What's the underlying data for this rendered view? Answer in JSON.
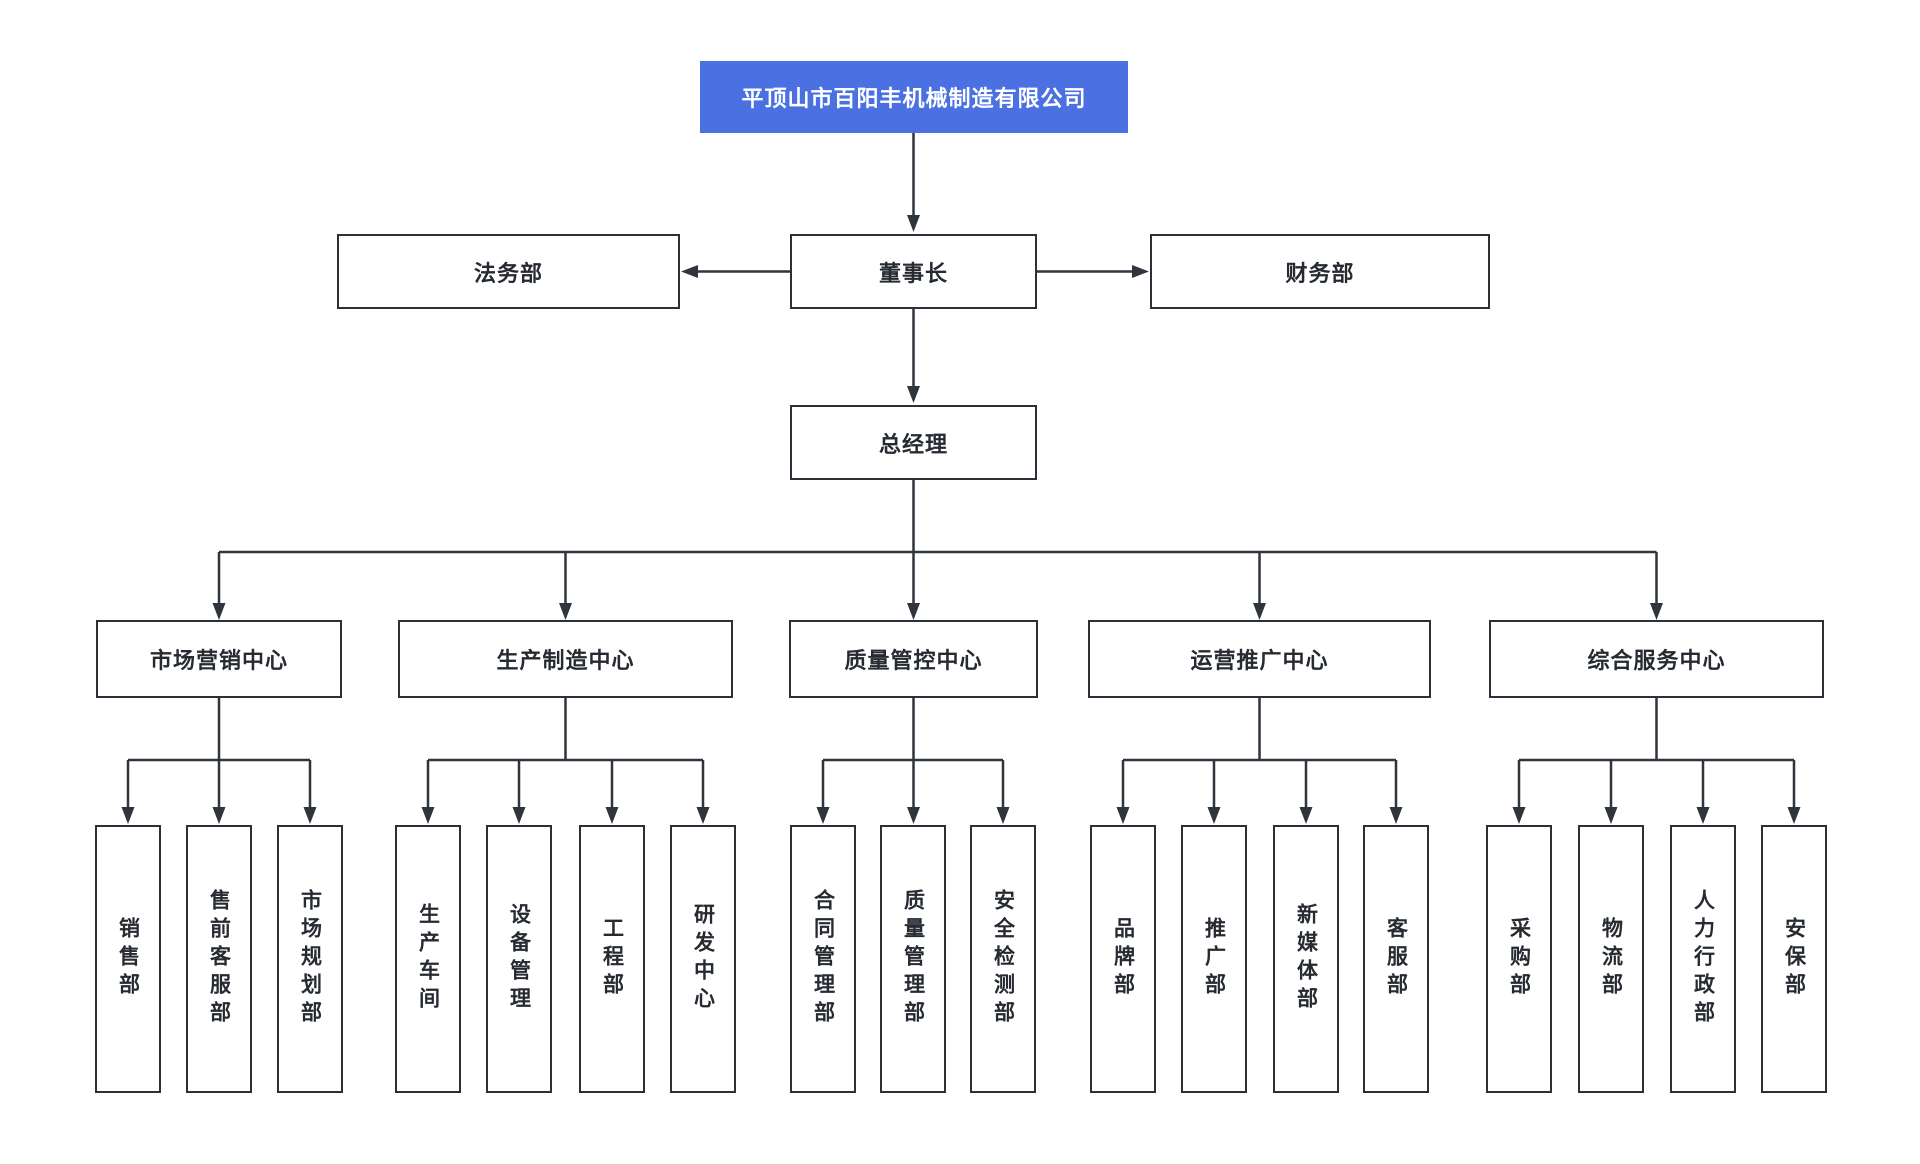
{
  "org": {
    "company": "平顶山市百阳丰机械制造有限公司",
    "legal_dept": "法务部",
    "chairman": "董事长",
    "finance_dept": "财务部",
    "general_manager": "总经理",
    "centers": [
      {
        "label": "市场营销中心",
        "children": [
          "销售部",
          "售前客服部",
          "市场规划部"
        ]
      },
      {
        "label": "生产制造中心",
        "children": [
          "生产车间",
          "设备管理",
          "工程部",
          "研发中心"
        ]
      },
      {
        "label": "质量管控中心",
        "children": [
          "合同管理部",
          "质量管理部",
          "安全检测部"
        ]
      },
      {
        "label": "运营推广中心",
        "children": [
          "品牌部",
          "推广部",
          "新媒体部",
          "客服部"
        ]
      },
      {
        "label": "综合服务中心",
        "children": [
          "采购部",
          "物流部",
          "人力行政部",
          "安保部"
        ]
      }
    ],
    "colors": {
      "root_bg": "#4a70e2",
      "line": "#2f343d",
      "text": "#262a31"
    }
  }
}
